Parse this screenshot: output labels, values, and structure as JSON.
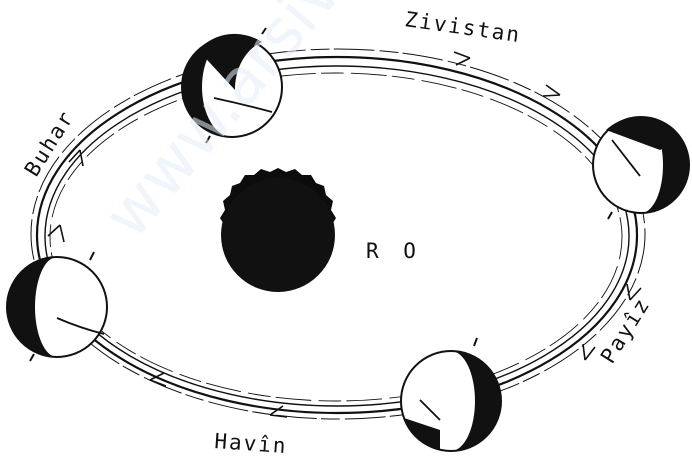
{
  "diagram": {
    "center_label": "R O",
    "seasons": {
      "winter": "Zivistan",
      "spring": "Buhar",
      "summer": "Havîn",
      "autumn": "Payîz"
    }
  },
  "watermark": {
    "text": "www.arsivakurd.org"
  },
  "colors": {
    "ink": "#111111",
    "paper": "#ffffff",
    "watermark": "#e3eef6"
  }
}
